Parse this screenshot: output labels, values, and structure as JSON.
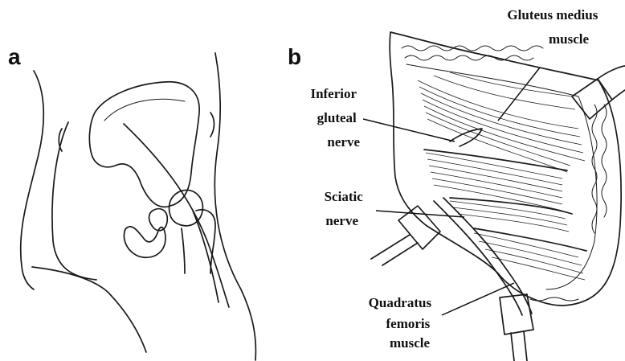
{
  "panels": {
    "a": {
      "label": "a"
    },
    "b": {
      "label": "b"
    }
  },
  "annotations": {
    "gluteus_medius": [
      "Gluteus medius",
      "muscle"
    ],
    "inferior_gluteal": [
      "Inferior",
      "gluteal",
      "nerve"
    ],
    "sciatic": [
      "Sciatic",
      "nerve"
    ],
    "quadratus": [
      "Quadratus",
      "femoris",
      "muscle"
    ]
  }
}
